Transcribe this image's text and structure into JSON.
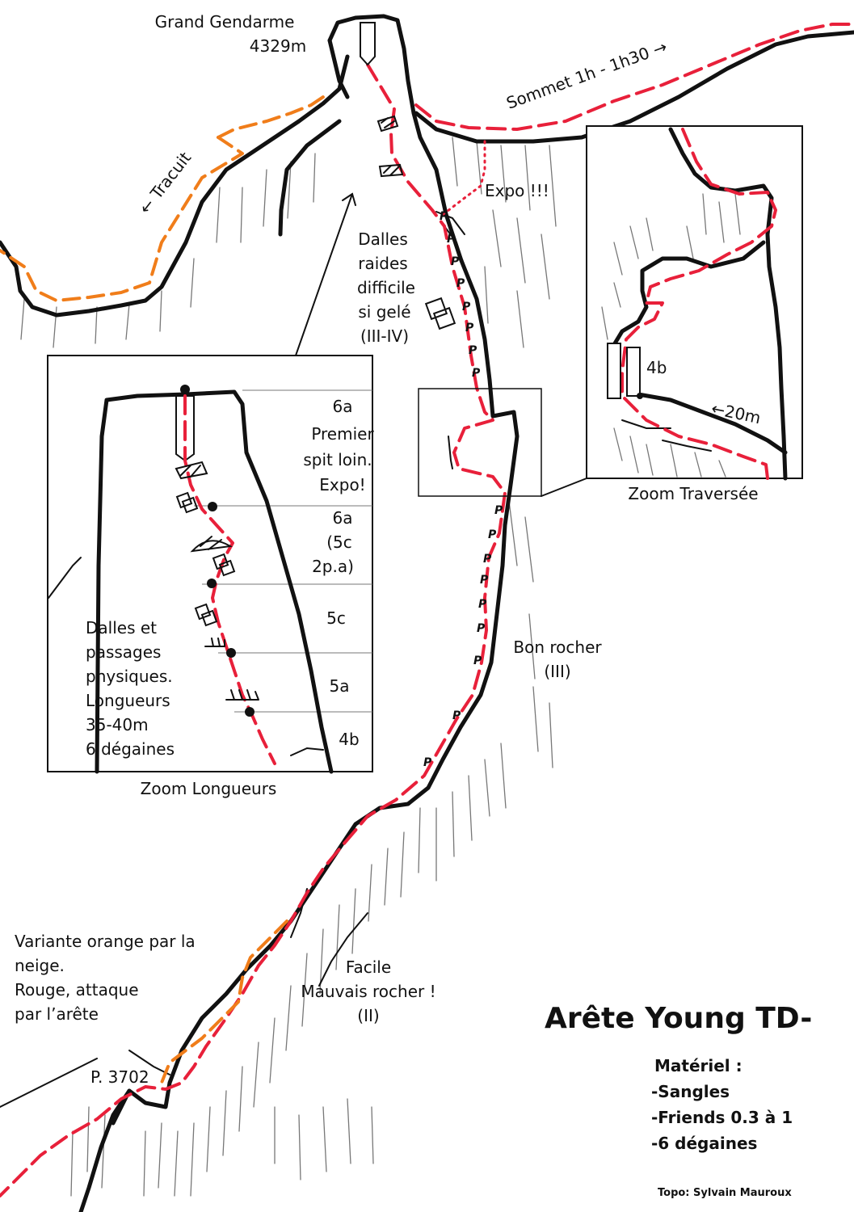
{
  "labels": {
    "summit_name": "Grand Gendarme",
    "summit_alt": "4329m",
    "sommet": "Sommet 1h - 1h30 →",
    "tracuit": "← Tracuit",
    "expo": "Expo !!!",
    "dalles": [
      "Dalles",
      "raides",
      "difficile",
      "si gelé",
      "(III-IV)"
    ],
    "bon_rocher": [
      "Bon rocher",
      "(III)"
    ],
    "facile": [
      "Facile",
      "Mauvais rocher !",
      "(II)"
    ],
    "variante": [
      "Variante orange par la",
      "neige.",
      "Rouge, attaque",
      "par l’arête"
    ],
    "p3702": "P. 3702",
    "title": "Arête Young TD-",
    "materiel_title": "Matériel :",
    "materiel": [
      "-Sangles",
      "-Friends 0.3 à 1",
      "-6 dégaines"
    ],
    "credit": "Topo: Sylvain Mauroux"
  },
  "zoom_longueurs": {
    "caption": "Zoom Longueurs",
    "pitches": [
      {
        "grade": [
          "6a",
          "Premier",
          "spit loin.",
          "Expo!"
        ]
      },
      {
        "grade": [
          "6a",
          "(5c",
          "2p.a)"
        ]
      },
      {
        "grade": [
          "5c"
        ]
      },
      {
        "grade": [
          "5a"
        ]
      },
      {
        "grade": [
          "4b"
        ]
      }
    ],
    "description": [
      "Dalles et",
      "passages",
      "physiques.",
      "Longueurs",
      "35-40m",
      "6 dégaines"
    ]
  },
  "zoom_traversee": {
    "caption": "Zoom Traversée",
    "grade": "4b",
    "distance": "←20m"
  },
  "piton_mark": "P",
  "colors": {
    "route_red": "#e8203a",
    "variant_orange": "#f07d1a",
    "ink": "#111111"
  }
}
